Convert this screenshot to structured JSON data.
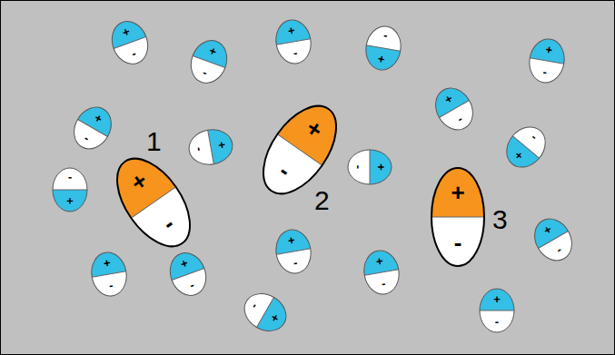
{
  "diagram": {
    "nodes": [
      {
        "text": [
          "+",
          "-"
        ]
      },
      {
        "text": [
          "+",
          "-"
        ]
      },
      {
        "text": [
          "+",
          "-"
        ]
      },
      {
        "text": [
          "+",
          "-"
        ]
      },
      {
        "text": [
          "+",
          "-"
        ]
      },
      {
        "text": [
          "+",
          "-"
        ]
      },
      {
        "text": [
          "+",
          "-"
        ]
      },
      {
        "text": [
          "+",
          "-"
        ]
      },
      {
        "text": [
          "+",
          "-"
        ]
      },
      {
        "text": [
          "+",
          "-"
        ]
      },
      {
        "text": [
          "+",
          "-"
        ]
      },
      {
        "text": [
          "+",
          "-"
        ]
      },
      {
        "text": [
          "+",
          "-"
        ]
      },
      {
        "text": [
          "+",
          "-"
        ]
      },
      {
        "text": [
          "+",
          "-"
        ]
      },
      {
        "text": [
          "+",
          "-"
        ]
      },
      {
        "text": [
          "+",
          "-"
        ]
      },
      {
        "text": [
          "+",
          "-"
        ]
      },
      {
        "text": [
          "+",
          "-"
        ]
      },
      {
        "text": [
          "+",
          "-"
        ]
      },
      {
        "text": [
          "+",
          "-"
        ]
      }
    ],
    "labels": [
      "1",
      "2",
      "3"
    ]
  }
}
